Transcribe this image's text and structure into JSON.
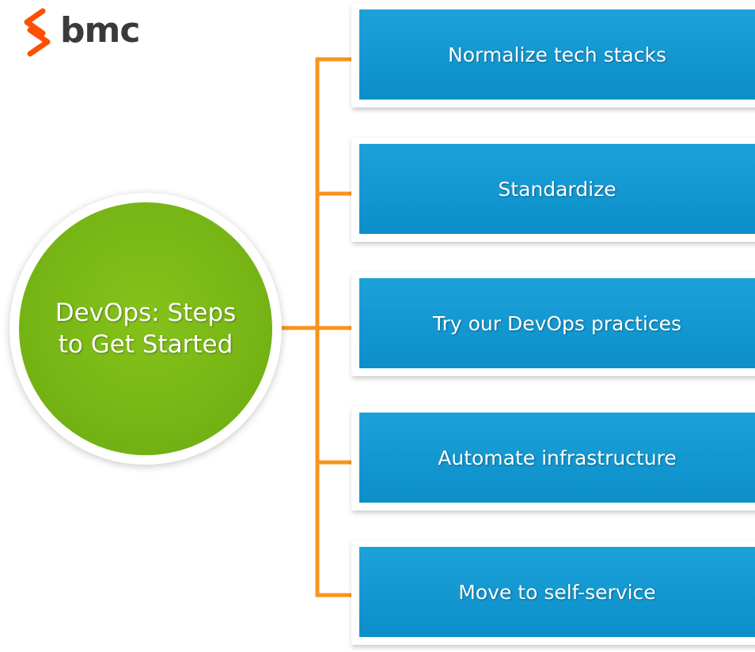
{
  "logo": {
    "text": "bmc",
    "mark_icon": "bmc-chevron-logo-icon",
    "mark_color": "#fe5000",
    "text_color": "#3a3a3a"
  },
  "diagram": {
    "center_title": "DevOps: Steps to Get Started",
    "center_color": "#78b716",
    "connector_color": "#f7941d",
    "box_color": "#0e97d1",
    "steps": [
      {
        "label": "Normalize tech stacks"
      },
      {
        "label": "Standardize"
      },
      {
        "label": "Try our DevOps practices"
      },
      {
        "label": "Automate infrastructure"
      },
      {
        "label": "Move to self-service"
      }
    ]
  }
}
